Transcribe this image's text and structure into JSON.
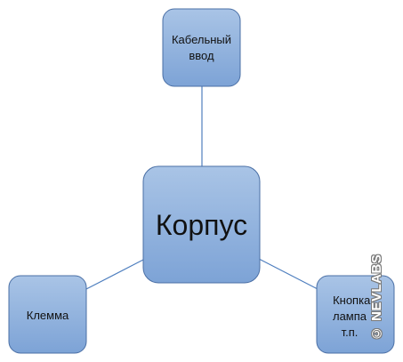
{
  "diagram": {
    "center_node": {
      "lines": [
        "Корпус"
      ]
    },
    "top_node": {
      "lines": [
        "Кабельный",
        "ввод"
      ]
    },
    "left_node": {
      "lines": [
        "Клемма"
      ]
    },
    "right_node": {
      "lines": [
        "Кнопка,",
        "лампа",
        "т.п."
      ]
    }
  },
  "watermark": {
    "text": "© NEVLABS"
  },
  "colors": {
    "node_fill_top": "#a9c4e6",
    "node_fill_bottom": "#7da3d6",
    "node_stroke": "#4a6fa5",
    "connector": "#4f7fbf"
  }
}
